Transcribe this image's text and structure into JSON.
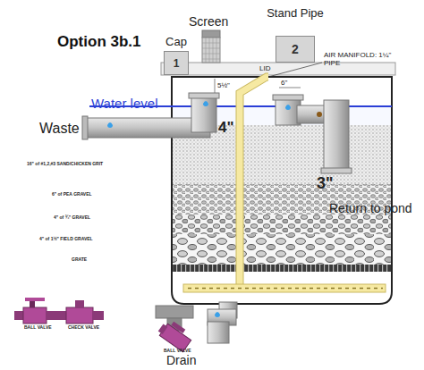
{
  "diagram": {
    "title": "Option 3b.1",
    "nodes": [
      {
        "text": [
          "Cap",
          "1"
        ]
      },
      {
        "text": [
          "Stand Pipe",
          "2"
        ]
      }
    ],
    "labels": [
      "Water level",
      "Waste",
      "4\"",
      "5½\"",
      "6\"",
      "AIR MANIFOLD: 1¼\" PIPE",
      "3\"",
      "Return to pond",
      "16\" of #1,2,#3 SAND/CHICKEN GRIT",
      "6\" of PEA GRAVEL",
      "4\" of ¾\" GRAVEL",
      "4\" of 1½\" FIELD GRAVEL",
      "GRATE",
      "LID",
      "Screen",
      "BALL VALVE",
      "CHECK VALVE",
      "BALL VALVE",
      "Drain"
    ]
  }
}
